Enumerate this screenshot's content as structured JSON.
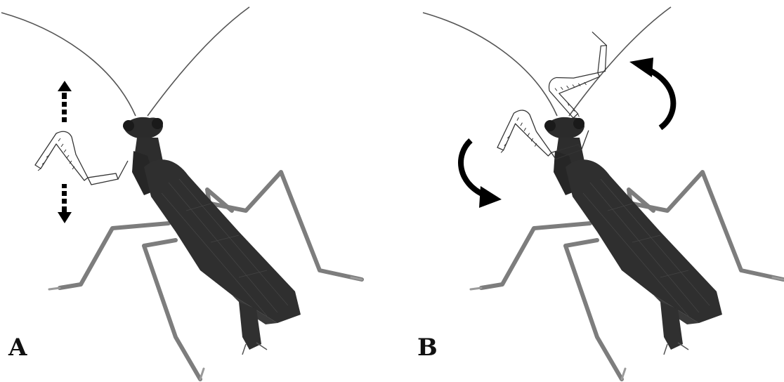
{
  "figure": {
    "panels": [
      {
        "label": "A",
        "subject": "mantis",
        "arrows": "vertical-up-down"
      },
      {
        "label": "B",
        "subject": "mantis",
        "arrows": "rotational-pair"
      }
    ]
  },
  "colors": {
    "background": "#ffffff",
    "mantis_body": "#2a2a2a",
    "mantis_legs": "#7a7a7a",
    "arrow": "#000000",
    "line_art": "#333333"
  }
}
